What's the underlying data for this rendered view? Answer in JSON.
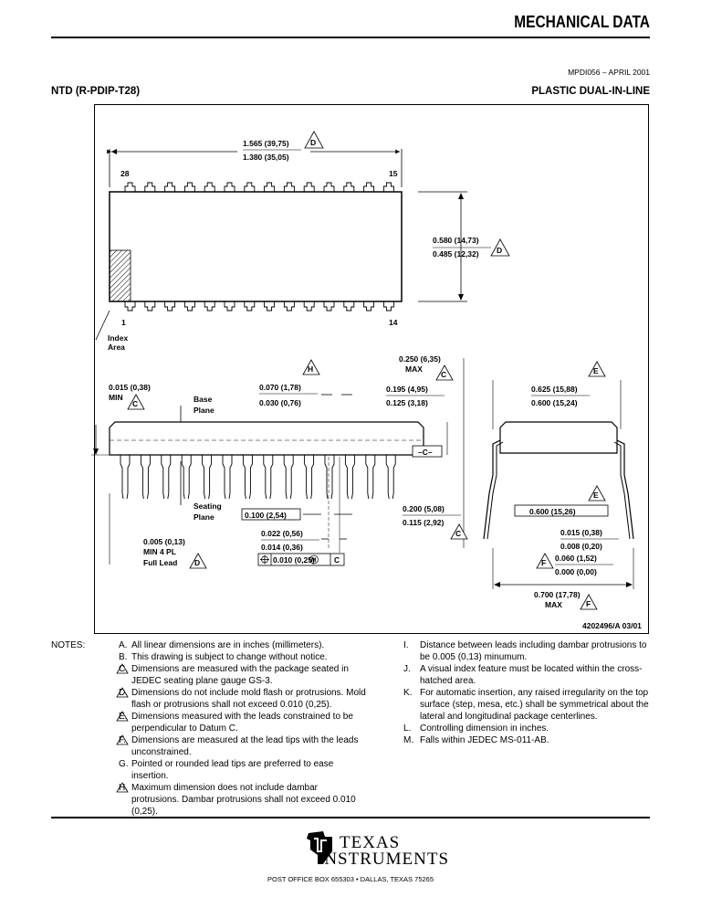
{
  "header": {
    "title": "MECHANICAL DATA",
    "doc_ref": "MPDI056 – APRIL 2001",
    "package_code": "NTD (R-PDIP-T28)",
    "package_type": "PLASTIC DUAL-IN-LINE"
  },
  "drawing": {
    "length_max": "1.565 (39,75)",
    "length_min": "1.380 (35,05)",
    "width_max": "0.580 (14,73)",
    "width_min": "0.485 (12,32)",
    "pin28": "28",
    "pin15": "15",
    "pin1": "1",
    "pin14": "14",
    "index_area": "Index",
    "index_area2": "Area",
    "note_d": "D",
    "note_c": "C",
    "note_e": "E",
    "note_f": "F",
    "note_h": "H",
    "min_standoff": "0.015 (0,38)",
    "min_label": "MIN",
    "base_plane_1": "Base",
    "base_plane_2": "Plane",
    "shoulder_max": "0.070 (1,78)",
    "shoulder_min": "0.030 (0,76)",
    "height_max": "0.250 (6,35)",
    "height_max_label": "MAX",
    "body_thk_max": "0.195 (4,95)",
    "body_thk_min": "0.125 (3,18)",
    "row_width_max": "0.625 (15,88)",
    "row_width_min": "0.600 (15,24)",
    "datum_c": "–C–",
    "seating_1": "Seating",
    "seating_2": "Plane",
    "pitch": "0.100 (2,54)",
    "lead_len_max": "0.200 (5,08)",
    "lead_len_min": "0.115 (2,92)",
    "row_spacing": "0.600 (15,26)",
    "shoulder_4pl_1": "0.005 (0,13)",
    "shoulder_4pl_2": "MIN  4 PL",
    "shoulder_4pl_3": "Full Lead",
    "lead_w_max": "0.022 (0,56)",
    "lead_w_min": "0.014 (0,36)",
    "tol_frame": "0.010 (0,25)",
    "tol_m": "M",
    "tol_c": "C",
    "lead_thk_max": "0.015 (0,38)",
    "lead_thk_min": "0.008 (0,20)",
    "spread_max": "0.060 (1,52)",
    "spread_min": "0.000 (0,00)",
    "overall_max": "0.700 (17,78)",
    "overall_max_label": "MAX",
    "drawing_number": "4202496/A 03/01"
  },
  "notes": {
    "heading": "NOTES:",
    "left": [
      {
        "id": "A.",
        "text": "All linear dimensions are in inches (millimeters).",
        "tri": false
      },
      {
        "id": "B.",
        "text": "This drawing is subject to change without notice.",
        "tri": false
      },
      {
        "id": "C.",
        "text": "Dimensions are measured with the package seated in JEDEC seating plane gauge GS-3.",
        "tri": true
      },
      {
        "id": "D.",
        "text": "Dimensions do not include mold flash or protrusions. Mold flash or protrusions shall not exceed 0.010 (0,25).",
        "tri": true
      },
      {
        "id": "E.",
        "text": "Dimensions measured with the leads constrained to be perpendicular to Datum C.",
        "tri": true
      },
      {
        "id": "F.",
        "text": "Dimensions are measured at the lead tips with the leads unconstrained.",
        "tri": true
      },
      {
        "id": "G.",
        "text": "Pointed or rounded lead tips are preferred to ease insertion.",
        "tri": false
      },
      {
        "id": "H.",
        "text": "Maximum dimension does not include dambar protrusions. Dambar protrusions shall not exceed 0.010 (0,25).",
        "tri": true
      }
    ],
    "right": [
      {
        "id": "I.",
        "text": "Distance between leads including dambar protrusions to be 0.005 (0,13) minumum."
      },
      {
        "id": "J.",
        "text": "A visual index feature must be located within the cross-hatched area."
      },
      {
        "id": "K.",
        "text": "For automatic insertion, any raised irregularity on the top surface (step, mesa, etc.) shall be symmetrical about the lateral and longitudinal package centerlines."
      },
      {
        "id": "L.",
        "text": "Controlling dimension in inches."
      },
      {
        "id": "M.",
        "text": "Falls within JEDEC MS-011-AB."
      }
    ]
  },
  "footer": {
    "logo_line1": "TEXAS",
    "logo_line2": "INSTRUMENTS",
    "address": "POST OFFICE BOX 655303 • DALLAS, TEXAS 75265",
    "logo_icon": "ti-logo-icon"
  }
}
